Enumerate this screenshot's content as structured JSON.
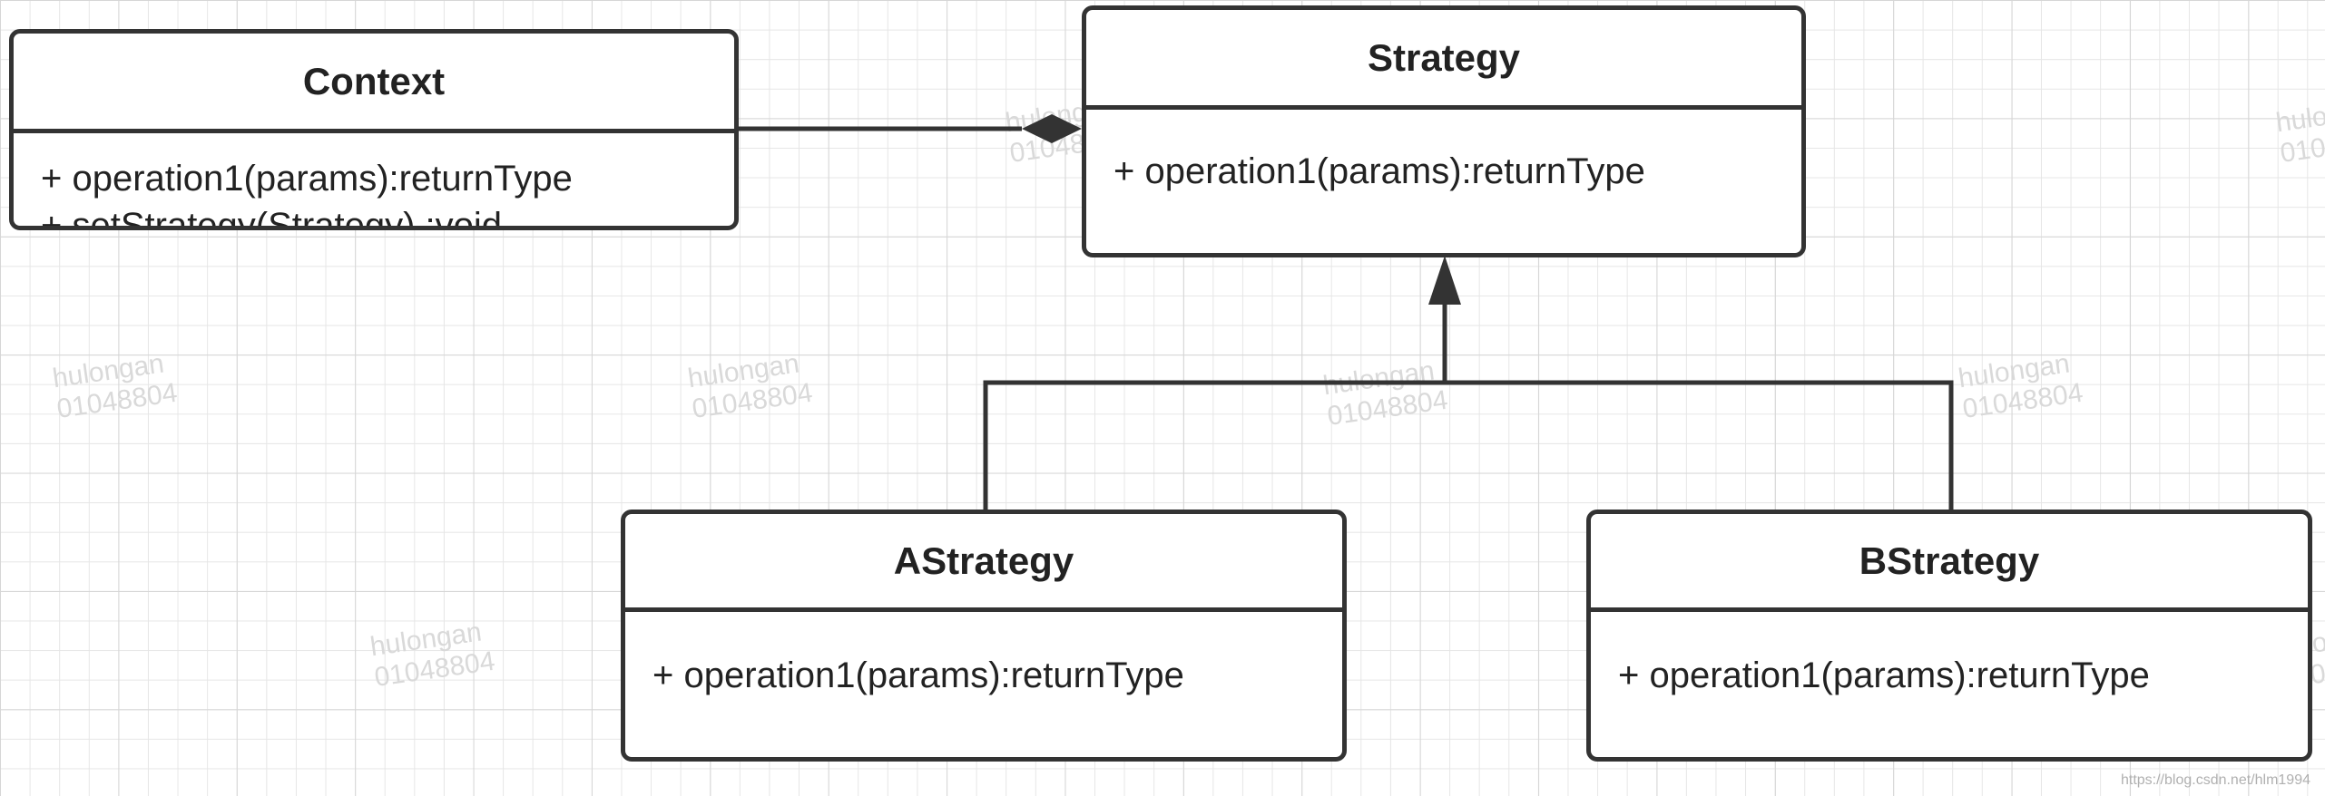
{
  "classes": {
    "context": {
      "name": "Context",
      "operations": [
        "+ operation1(params):returnType",
        "+ setStrategy(Strategy) :void"
      ]
    },
    "strategy": {
      "name": "Strategy",
      "operations": [
        "+ operation1(params):returnType"
      ]
    },
    "astrategy": {
      "name": "AStrategy",
      "operations": [
        "+ operation1(params):returnType"
      ]
    },
    "bstrategy": {
      "name": "BStrategy",
      "operations": [
        "+ operation1(params):returnType"
      ]
    }
  },
  "watermark": {
    "line1": "hulongan",
    "line2": "01048804",
    "url": "https://blog.csdn.net/hlm1994"
  }
}
